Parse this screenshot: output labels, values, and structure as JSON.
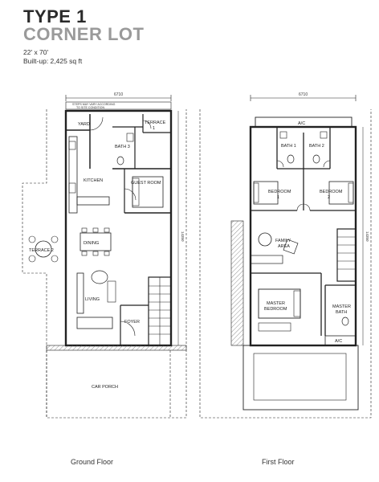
{
  "header": {
    "type_label": "TYPE 1",
    "lot_label": "CORNER LOT",
    "lot_size": "22' x 70'",
    "built_up": "Built-up: 2,425 sq ft"
  },
  "dimensions": {
    "width": "6710",
    "depth": "14350",
    "steps_note_line1": "STEPS MAY VARY ACCORDING",
    "steps_note_line2": "TO SITE CONDITION"
  },
  "ground_floor": {
    "label": "Ground Floor",
    "rooms": {
      "yard": "YARD",
      "terrace1": "TERRACE",
      "terrace1_num": "1",
      "bath3": "BATH 3",
      "kitchen": "KITCHEN",
      "guest_room": "GUEST ROOM",
      "terrace2": "TERRACE 2",
      "dining": "DINING",
      "living": "LIVING",
      "foyer": "FOYER",
      "car_porch": "CAR PORCH"
    }
  },
  "first_floor": {
    "label": "First Floor",
    "rooms": {
      "ac_top": "A/C",
      "bath1": "BATH 1",
      "bath2": "BATH 2",
      "bedroom1": "BEDROOM",
      "bedroom1_num": "1",
      "bedroom2": "BEDROOM",
      "bedroom2_num": "2",
      "family_area": "FAMILY",
      "family_area_2": "AREA",
      "master_bedroom": "MASTER",
      "master_bedroom_2": "BEDROOM",
      "master_bath": "MASTER",
      "master_bath_2": "BATH",
      "ac_bottom": "A/C"
    }
  }
}
